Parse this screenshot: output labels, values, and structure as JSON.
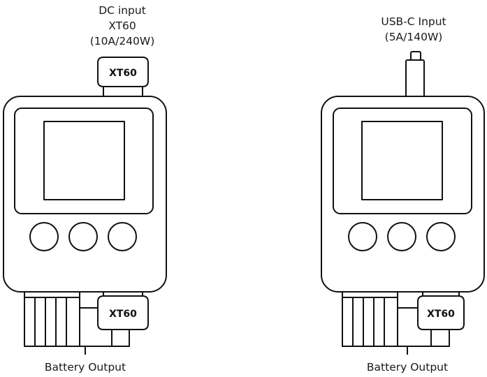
{
  "left_device": {
    "input_label": [
      "DC input",
      "XT60",
      "(10A/240W)"
    ],
    "input_connector_label": "XT60",
    "output_connector_label": "XT60",
    "output_label": "Battery Output"
  },
  "right_device": {
    "input_label": [
      "USB-C Input",
      "(5A/140W)"
    ],
    "output_connector_label": "XT60",
    "output_label": "Battery Output"
  },
  "colors": {
    "line": "#111111",
    "background": "#ffffff"
  }
}
